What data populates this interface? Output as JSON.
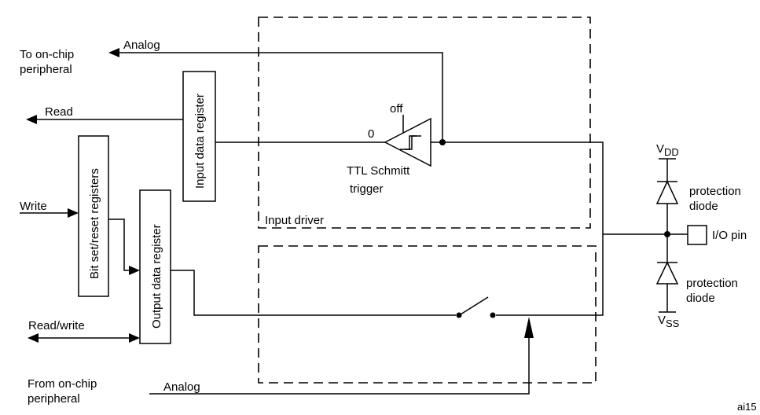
{
  "labels": {
    "to_onchip_line1": "To on-chip",
    "to_onchip_line2": "peripheral",
    "analog_top": "Analog",
    "read": "Read",
    "write": "Write",
    "read_write": "Read/write",
    "from_onchip_line1": "From on-chip",
    "from_onchip_line2": "peripheral",
    "analog_bottom": "Analog",
    "input_data_register": "Input data register",
    "bit_set_reset_registers": "Bit set/reset registers",
    "output_data_register": "Output data register",
    "off": "off",
    "zero": "0",
    "ttl_schmitt": "TTL Schmitt",
    "trigger": "trigger",
    "input_driver": "Input driver",
    "vdd_main": "V",
    "vdd_sub": "DD",
    "vss_main": "V",
    "vss_sub": "SS",
    "protection_top_1": "protection",
    "protection_top_2": "diode",
    "protection_bottom_1": "protection",
    "protection_bottom_2": "diode",
    "io_pin": "I/O pin",
    "figure_id": "ai15"
  }
}
